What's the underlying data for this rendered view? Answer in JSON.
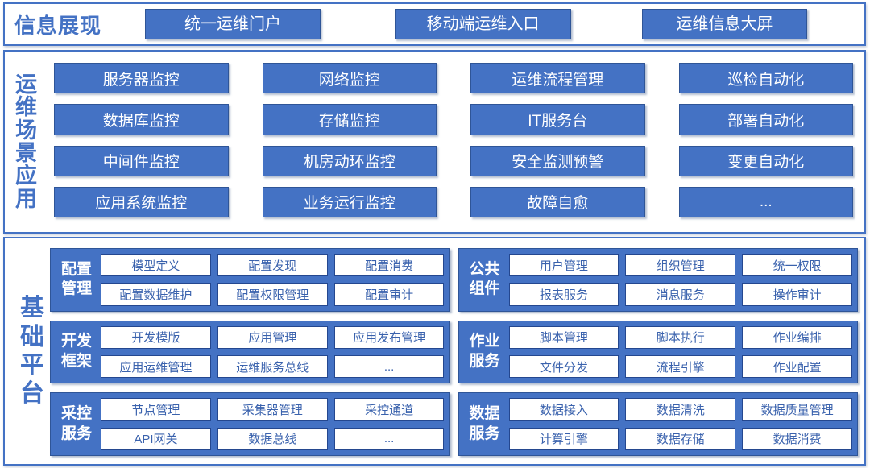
{
  "colors": {
    "primary_blue": "#4472C4",
    "border_dark_blue": "#2F5597",
    "white_button_text": "#3A62AD",
    "white": "#FFFFFF"
  },
  "top_section": {
    "label": "信息展现",
    "buttons": [
      "统一运维门户",
      "移动端运维入口",
      "运维信息大屏"
    ]
  },
  "middle_section": {
    "label": "运维场景应用",
    "cells": [
      "服务器监控",
      "网络监控",
      "运维流程管理",
      "巡检自动化",
      "数据库监控",
      "存储监控",
      "IT服务台",
      "部署自动化",
      "中间件监控",
      "机房动环监控",
      "安全监测预警",
      "变更自动化",
      "应用系统监控",
      "业务运行监控",
      "故障自愈",
      "..."
    ]
  },
  "bottom_section": {
    "label": "基础平台",
    "groups": [
      {
        "label": "配置管理",
        "items": [
          "模型定义",
          "配置发现",
          "配置消费",
          "配置数据维护",
          "配置权限管理",
          "配置审计"
        ]
      },
      {
        "label": "公共组件",
        "items": [
          "用户管理",
          "组织管理",
          "统一权限",
          "报表服务",
          "消息服务",
          "操作审计"
        ]
      },
      {
        "label": "开发框架",
        "items": [
          "开发模版",
          "应用管理",
          "应用发布管理",
          "应用运维管理",
          "运维服务总线",
          "..."
        ]
      },
      {
        "label": "作业服务",
        "items": [
          "脚本管理",
          "脚本执行",
          "作业编排",
          "文件分发",
          "流程引擎",
          "作业配置"
        ]
      },
      {
        "label": "采控服务",
        "items": [
          "节点管理",
          "采集器管理",
          "采控通道",
          "API网关",
          "数据总线",
          "..."
        ]
      },
      {
        "label": "数据服务",
        "items": [
          "数据接入",
          "数据清洗",
          "数据质量管理",
          "计算引擎",
          "数据存储",
          "数据消费"
        ]
      }
    ]
  }
}
